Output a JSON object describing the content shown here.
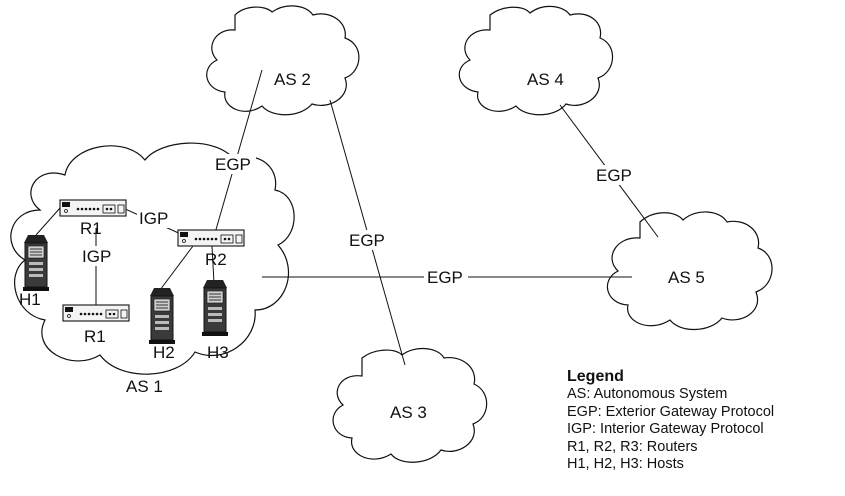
{
  "clouds": {
    "as1": "AS 1",
    "as2": "AS 2",
    "as3": "AS 3",
    "as4": "AS 4",
    "as5": "AS 5"
  },
  "links": {
    "as1_as2": "EGP",
    "as2_as3": "EGP",
    "as1_as5": "EGP",
    "as4_as5": "EGP",
    "igp_r1_r2": "IGP",
    "igp_r1_r1": "IGP"
  },
  "devices": {
    "router_top": "R1",
    "router_bottom": "R1",
    "router_right": "R2",
    "host_1": "H1",
    "host_2": "H2",
    "host_3": "H3"
  },
  "legend": {
    "title": "Legend",
    "items": [
      "AS: Autonomous System",
      "EGP: Exterior Gateway Protocol",
      "IGP: Interior Gateway Protocol",
      "R1, R2, R3: Routers",
      "H1, H2, H3: Hosts"
    ]
  }
}
